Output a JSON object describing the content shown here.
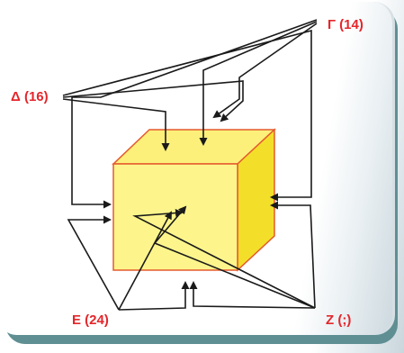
{
  "labels": {
    "gamma": "Γ (14)",
    "delta": "Δ (16)",
    "epsilon": "E (24)",
    "zeta": "Z (;)"
  },
  "colors": {
    "cube_front": "#fdf58c",
    "cube_top": "#fcf07a",
    "cube_side": "#f3df2a",
    "cube_edge": "#e55a2e",
    "arrow": "#1a1a1a",
    "label": "#e4262b",
    "frame_shadow": "#5f8f93"
  }
}
